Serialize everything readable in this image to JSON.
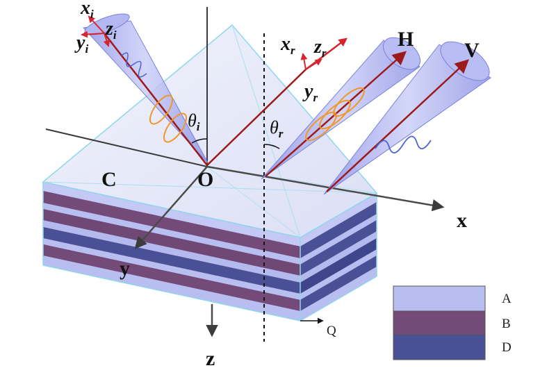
{
  "labels": {
    "origin": "O",
    "medium": "C",
    "x_axis": "x",
    "y_axis": "y",
    "z_axis": "z",
    "horizontal": "H",
    "vertical": "V",
    "q_arrow": "Q",
    "theta": "θ",
    "theta_i_sub": "i",
    "theta_r_sub": "r",
    "inc_x": "x",
    "inc_y": "y",
    "inc_z": "z",
    "inc_sub": "i",
    "ref_x": "x",
    "ref_y": "y",
    "ref_z": "z",
    "ref_sub": "r"
  },
  "legend": [
    {
      "key": "A",
      "color": "#b9bef0"
    },
    {
      "key": "B",
      "color": "#744a78"
    },
    {
      "key": "D",
      "color": "#4a5096"
    }
  ],
  "colors": {
    "beam_cone": "#aab0f2",
    "beam_axis": "#9c1a1a",
    "local_axes": "#d4262c",
    "wave_orange": "#f0962a",
    "wave_blue": "#4a62d8",
    "axis_line": "#4a4a4a",
    "slab_top": "#dfe3f6",
    "slab_edge": "#8fd6ea"
  }
}
